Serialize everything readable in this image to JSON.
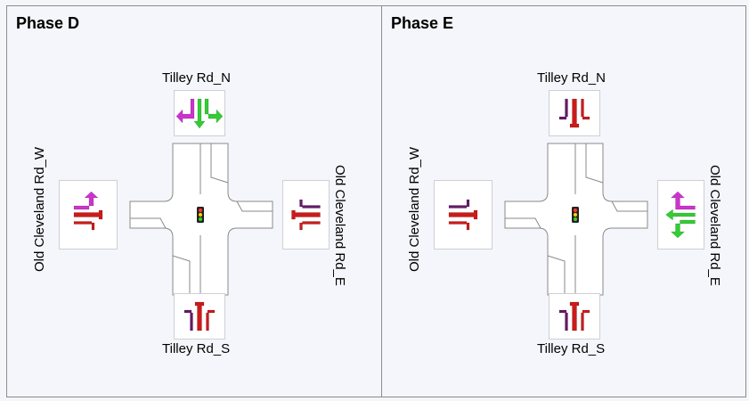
{
  "colors": {
    "green": "#33cc33",
    "red": "#cc1a1a",
    "magenta": "#cc33cc",
    "purple": "#661a66"
  },
  "phases": [
    {
      "title": "Phase D",
      "approaches": {
        "north": {
          "label": "Tilley Rd_N",
          "movements": [
            {
              "type": "left",
              "color": "green"
            },
            {
              "type": "through",
              "color": "green"
            },
            {
              "type": "right",
              "color": "magenta"
            }
          ]
        },
        "south": {
          "label": "Tilley Rd_S",
          "movements": [
            {
              "type": "left",
              "color": "purple"
            },
            {
              "type": "through",
              "color": "red"
            },
            {
              "type": "right",
              "color": "red"
            }
          ]
        },
        "west": {
          "label": "Old Cleveland Rd_W",
          "movements": [
            {
              "type": "left",
              "color": "magenta"
            },
            {
              "type": "through",
              "color": "red"
            },
            {
              "type": "right",
              "color": "red"
            }
          ]
        },
        "east": {
          "label": "Old Cleveland Rd_E",
          "movements": [
            {
              "type": "left",
              "color": "red"
            },
            {
              "type": "through",
              "color": "red"
            },
            {
              "type": "right",
              "color": "purple"
            }
          ]
        }
      }
    },
    {
      "title": "Phase E",
      "approaches": {
        "north": {
          "label": "Tilley Rd_N",
          "movements": [
            {
              "type": "left",
              "color": "red"
            },
            {
              "type": "through",
              "color": "red"
            },
            {
              "type": "right",
              "color": "purple"
            }
          ]
        },
        "south": {
          "label": "Tilley Rd_S",
          "movements": [
            {
              "type": "left",
              "color": "purple"
            },
            {
              "type": "through",
              "color": "red"
            },
            {
              "type": "right",
              "color": "red"
            }
          ]
        },
        "west": {
          "label": "Old Cleveland Rd_W",
          "movements": [
            {
              "type": "left",
              "color": "purple"
            },
            {
              "type": "through",
              "color": "red"
            },
            {
              "type": "right",
              "color": "red"
            }
          ]
        },
        "east": {
          "label": "Old Cleveland Rd_E",
          "movements": [
            {
              "type": "left",
              "color": "green"
            },
            {
              "type": "through",
              "color": "green"
            },
            {
              "type": "right",
              "color": "magenta"
            }
          ]
        }
      }
    }
  ]
}
